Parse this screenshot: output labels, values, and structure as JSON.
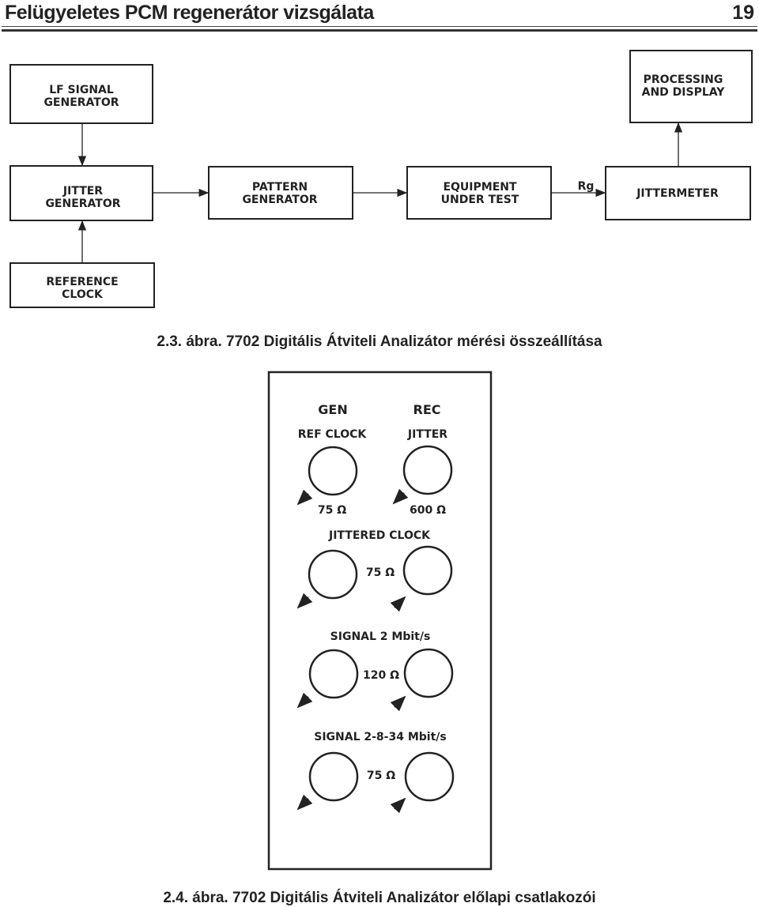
{
  "header": {
    "title": "Felügyeletes PCM regenerátor vizsgálata",
    "page_number": "19"
  },
  "figure1": {
    "caption": "2.3. ábra. 7702 Digitális Átviteli Analizátor mérési összeállítása",
    "blocks": {
      "lf_signal_generator": [
        "LF SIGNAL",
        "GENERATOR"
      ],
      "processing_display": [
        "PROCESSING",
        "AND DISPLAY"
      ],
      "jitter_generator": [
        "JITTER",
        "GENERATOR"
      ],
      "pattern_generator": [
        "PATTERN",
        "GENERATOR"
      ],
      "equipment_under_test": [
        "EQUIPMENT",
        "UNDER TEST"
      ],
      "jittermeter": [
        "JITTERMETER"
      ],
      "reference_clock": [
        "REFERENCE",
        "CLOCK"
      ]
    },
    "rg_label": "Rg"
  },
  "figure2": {
    "caption": "2.4. ábra. 7702 Digitális Átviteli Analizátor előlapi csatlakozói",
    "gen": "GEN",
    "rec": "REC",
    "ref_clock": "REF CLOCK",
    "jitter": "JITTER",
    "ref_clock_imp": "75 Ω",
    "jitter_imp": "600 Ω",
    "jittered_clock": "JITTERED CLOCK",
    "jittered_clock_imp": "75 Ω",
    "signal_2": "SIGNAL  2 Mbit/s",
    "signal_2_imp": "120 Ω",
    "signal_2834": "SIGNAL  2-8-34 Mbit/s",
    "signal_2834_imp": "75 Ω"
  }
}
